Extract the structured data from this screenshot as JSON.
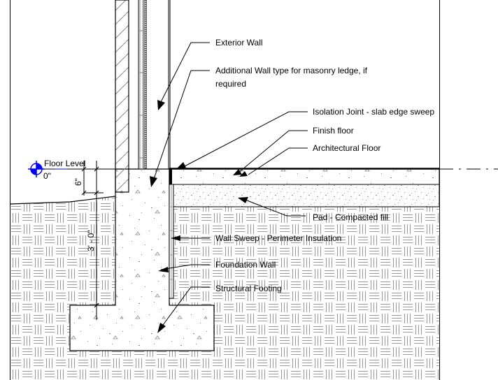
{
  "diagram": {
    "title": "Foundation wall section detail",
    "level": {
      "name": "Floor Level",
      "elevation": "0\"",
      "marker_color": "#0000ff"
    },
    "dimensions": {
      "slab_drop": "6\"",
      "wall_depth": "3' - 0\""
    },
    "callouts": [
      {
        "id": "exterior-wall",
        "text": "Exterior Wall"
      },
      {
        "id": "additional-wall",
        "text": "Additional Wall type for masonry ledge, if",
        "text2": "required"
      },
      {
        "id": "isolation-joint",
        "text": "Isolation Joint - slab edge sweep"
      },
      {
        "id": "finish-floor",
        "text": "Finish floor"
      },
      {
        "id": "architectural-floor",
        "text": "Architectural Floor"
      },
      {
        "id": "pad-fill",
        "text": "Pad - Compacted fill"
      },
      {
        "id": "wall-sweep",
        "text": "Wall Sweep - Perimeter Insulation"
      },
      {
        "id": "foundation-wall",
        "text": "Foundation Wall"
      },
      {
        "id": "structural-footing",
        "text": "Structural Footing"
      }
    ],
    "colors": {
      "line": "#000000",
      "hatch": "#999999",
      "level_marker": "#0000ff"
    }
  }
}
